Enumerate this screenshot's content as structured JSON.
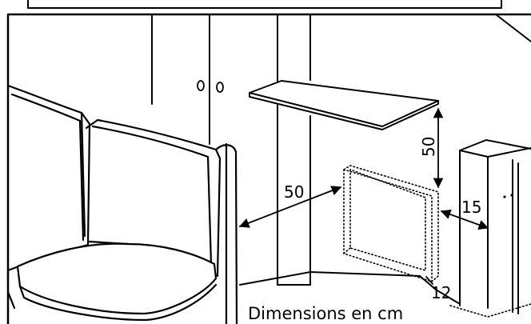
{
  "labels": {
    "shelf_clearance": "50",
    "side_clearance": "50",
    "right_gap": "15",
    "floor_gap": "12",
    "caption": "Dimensions en cm"
  }
}
